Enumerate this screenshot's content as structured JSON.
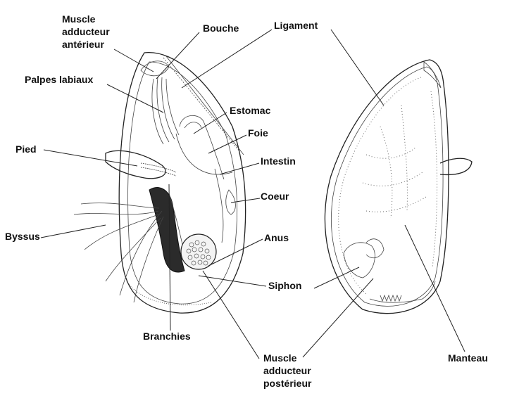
{
  "labels": {
    "muscle_ant": "Muscle\nadducteur\nantérieur",
    "bouche": "Bouche",
    "ligament": "Ligament",
    "palpes": "Palpes labiaux",
    "estomac": "Estomac",
    "foie": "Foie",
    "pied": "Pied",
    "intestin": "Intestin",
    "coeur": "Coeur",
    "byssus": "Byssus",
    "anus": "Anus",
    "siphon": "Siphon",
    "branchies": "Branchies",
    "muscle_post": "Muscle\nadducteur\npostérieur",
    "manteau": "Manteau"
  }
}
